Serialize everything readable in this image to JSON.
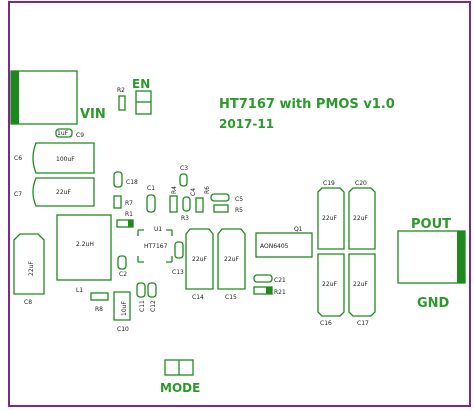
{
  "board": {
    "title": "HT7167 with PMOS v1.0",
    "date": "2017-11",
    "colors": {
      "outline": "#7a2a8a",
      "silk": "#1e8a1e",
      "text": "#222222"
    }
  },
  "connectors": {
    "vin": "VIN",
    "en": "EN",
    "pout": "POUT",
    "gnd": "GND",
    "mode": "MODE"
  },
  "components": {
    "C6": {
      "ref": "C6",
      "value": "100uF"
    },
    "C7": {
      "ref": "C7",
      "value": "22uF"
    },
    "C8": {
      "ref": "C8",
      "value": "22uF"
    },
    "C9": {
      "ref": "C9",
      "value": "1uF"
    },
    "C10": {
      "ref": "C10",
      "value": "10uF"
    },
    "C14": {
      "ref": "C14",
      "value": "22uF"
    },
    "C15": {
      "ref": "C15",
      "value": "22uF"
    },
    "C16": {
      "ref": "C16",
      "value": "22uF"
    },
    "C17": {
      "ref": "C17",
      "value": "22uF"
    },
    "C19": {
      "ref": "C19",
      "value": "22uF"
    },
    "C20": {
      "ref": "C20",
      "value": "22uF"
    },
    "C1": {
      "ref": "C1"
    },
    "C2": {
      "ref": "C2"
    },
    "C3": {
      "ref": "C3"
    },
    "C4": {
      "ref": "C4"
    },
    "C5": {
      "ref": "C5"
    },
    "C11": {
      "ref": "C11"
    },
    "C12": {
      "ref": "C12"
    },
    "C13": {
      "ref": "C13"
    },
    "C18": {
      "ref": "C18"
    },
    "C21": {
      "ref": "C21"
    },
    "R1": {
      "ref": "R1"
    },
    "R2": {
      "ref": "R2"
    },
    "R3": {
      "ref": "R3"
    },
    "R4": {
      "ref": "R4"
    },
    "R5": {
      "ref": "R5"
    },
    "R6": {
      "ref": "R6"
    },
    "R7": {
      "ref": "R7"
    },
    "R8": {
      "ref": "R8"
    },
    "R21": {
      "ref": "R21"
    },
    "L1": {
      "ref": "L1",
      "value": "2.2uH"
    },
    "U1": {
      "ref": "U1",
      "value": "HT7167"
    },
    "Q1": {
      "ref": "Q1",
      "value": "AON6405"
    }
  }
}
